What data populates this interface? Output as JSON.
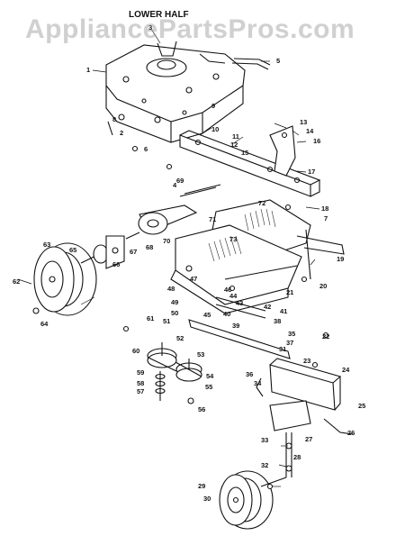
{
  "watermark": "AppliancePartsPros.com",
  "heading": "LOWER HALF",
  "callouts": [
    "1",
    "2",
    "3",
    "4",
    "5",
    "6",
    "7",
    "8",
    "9",
    "10",
    "11",
    "12",
    "13",
    "14",
    "15",
    "16",
    "17",
    "18",
    "19",
    "20",
    "21",
    "22",
    "23",
    "24",
    "25",
    "26",
    "27",
    "28",
    "29",
    "30",
    "31",
    "32",
    "33",
    "34",
    "35",
    "36",
    "37",
    "38",
    "39",
    "40",
    "41",
    "42",
    "43",
    "44",
    "45",
    "46",
    "47",
    "48",
    "49",
    "50",
    "51",
    "52",
    "53",
    "54",
    "55",
    "56",
    "57",
    "58",
    "59",
    "60",
    "61",
    "62",
    "63",
    "64",
    "65",
    "66",
    "67",
    "68",
    "69",
    "70",
    "71",
    "72",
    "73"
  ]
}
